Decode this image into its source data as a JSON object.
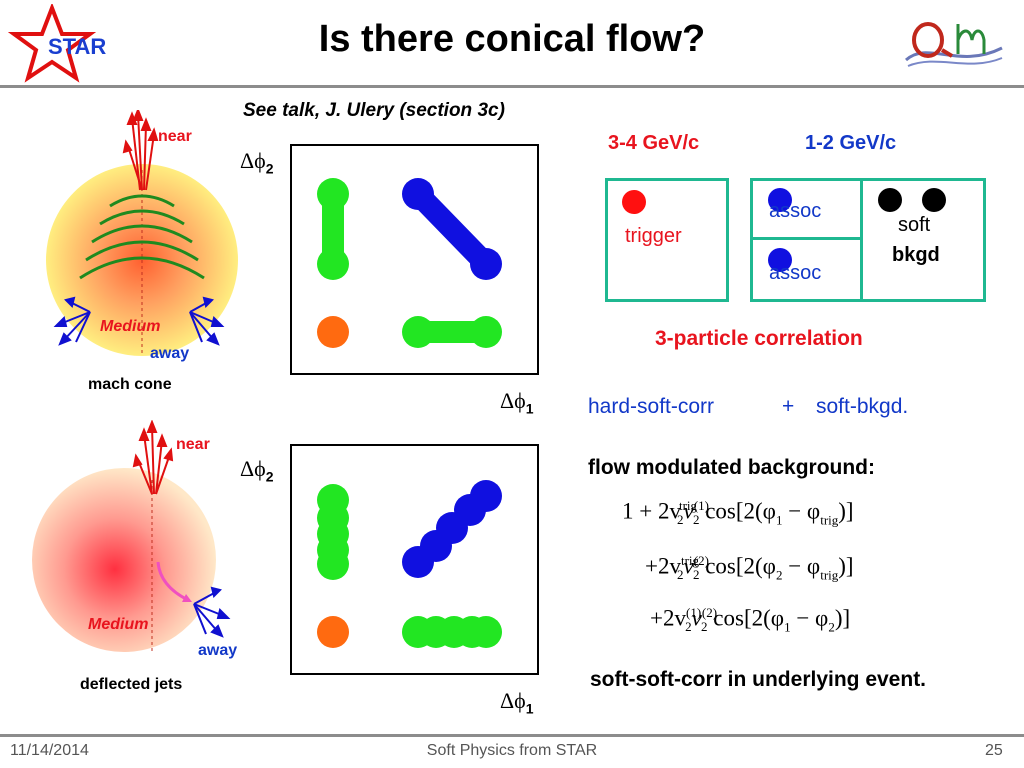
{
  "slide": {
    "title": "Is there conical flow?",
    "subtitle": "See talk, J. Ulery (section 3c)",
    "logo_left": "STAR",
    "page_number": "25"
  },
  "footer": {
    "date": "11/14/2014",
    "center": "Soft Physics from STAR",
    "page": "25"
  },
  "diagram_top": {
    "near": "near",
    "medium": "Medium",
    "away": "away",
    "caption": "mach cone"
  },
  "diagram_bottom": {
    "near": "near",
    "medium": "Medium",
    "away": "away",
    "caption": "deflected jets"
  },
  "axes": {
    "y_symbol": "Δϕ",
    "y_sub": "2",
    "x_symbol": "Δϕ",
    "x_sub": "1"
  },
  "legend": {
    "trigger_range": "3-4 GeV/c",
    "assoc_range": "1-2 GeV/c",
    "trigger": "trigger",
    "assoc1": "assoc",
    "assoc2": "assoc",
    "soft": "soft",
    "bkgd": "bkgd",
    "corr_label": "3-particle correlation"
  },
  "text": {
    "hard_soft": "hard-soft-corr",
    "plus": "+",
    "soft_bkgd": "soft-bkgd.",
    "flow_bg": "flow modulated background:",
    "soft_soft": "soft-soft-corr in underlying event."
  },
  "formula": {
    "line1": {
      "lead": "1 + 2v",
      "sup1": "trig",
      "sub1": "2",
      "v": "v",
      "sup2": "(1)",
      "sub2": "2",
      "cos": " cos[2(φ",
      "s1": "1",
      "minus": " − φ",
      "s2": "trig",
      "end": ")]"
    },
    "line2": {
      "lead": "+2v",
      "sup1": "trig",
      "sub1": "2",
      "v": "v",
      "sup2": "(2)",
      "sub2": "2",
      "cos": " cos[2(φ",
      "s1": "2",
      "minus": " − φ",
      "s2": "trig",
      "end": ")]"
    },
    "line3": {
      "lead": "+2v",
      "sup1": "(1)",
      "sub1": "2",
      "v": "v",
      "sup2": "(2)",
      "sub2": "2",
      "cos": " cos[2(φ",
      "s1": "1",
      "minus": " − φ",
      "s2": "2",
      "end": ")]"
    }
  },
  "colors": {
    "green": "#22e622",
    "blue": "#1010e0",
    "orange": "#ff6a10",
    "red_dot": "#ff1010",
    "teal_box": "#1fb891",
    "title_rule": "#8c8c8c"
  }
}
